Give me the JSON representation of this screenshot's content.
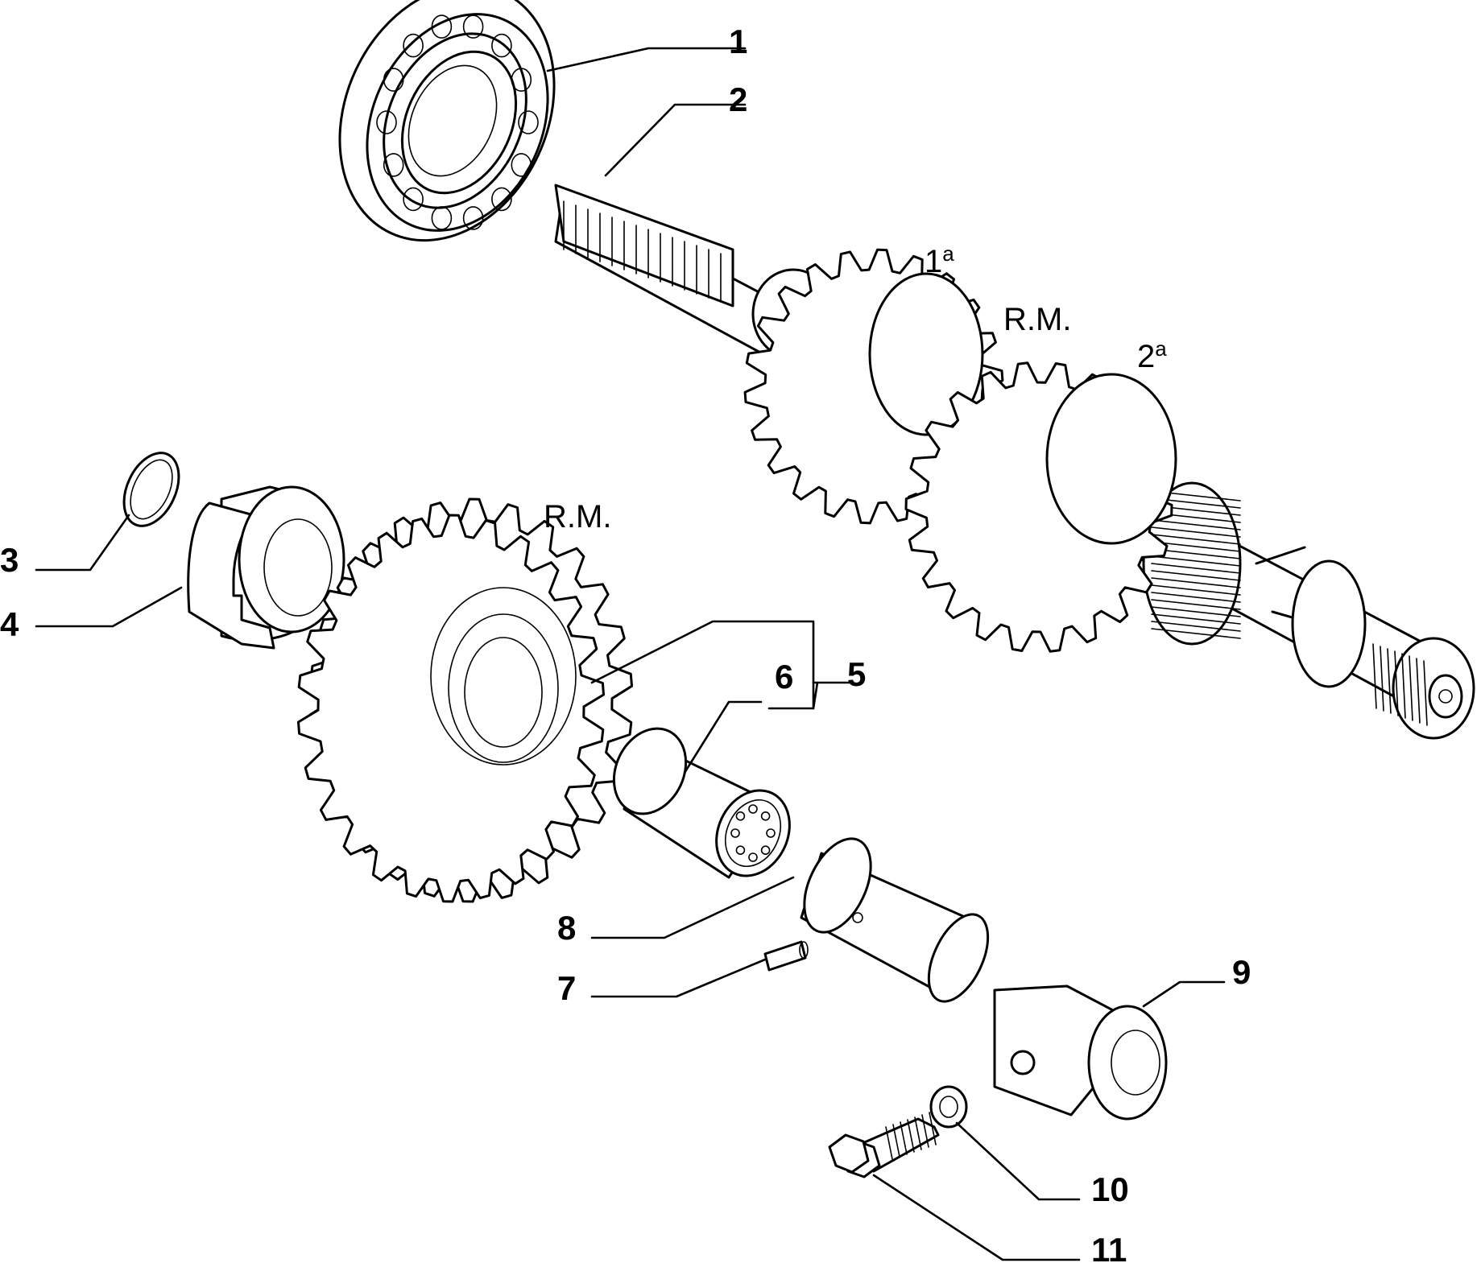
{
  "diagram": {
    "callouts": [
      "1",
      "2",
      "3",
      "4",
      "5",
      "6",
      "7",
      "8",
      "9",
      "10",
      "11"
    ],
    "gear_labels": {
      "first": "1",
      "first_sup": "a",
      "reverse_shaft": "R.M.",
      "second": "2",
      "second_sup": "a",
      "reverse_gear": "R.M."
    },
    "colors": {
      "line": "#000000",
      "background": "#ffffff"
    }
  }
}
